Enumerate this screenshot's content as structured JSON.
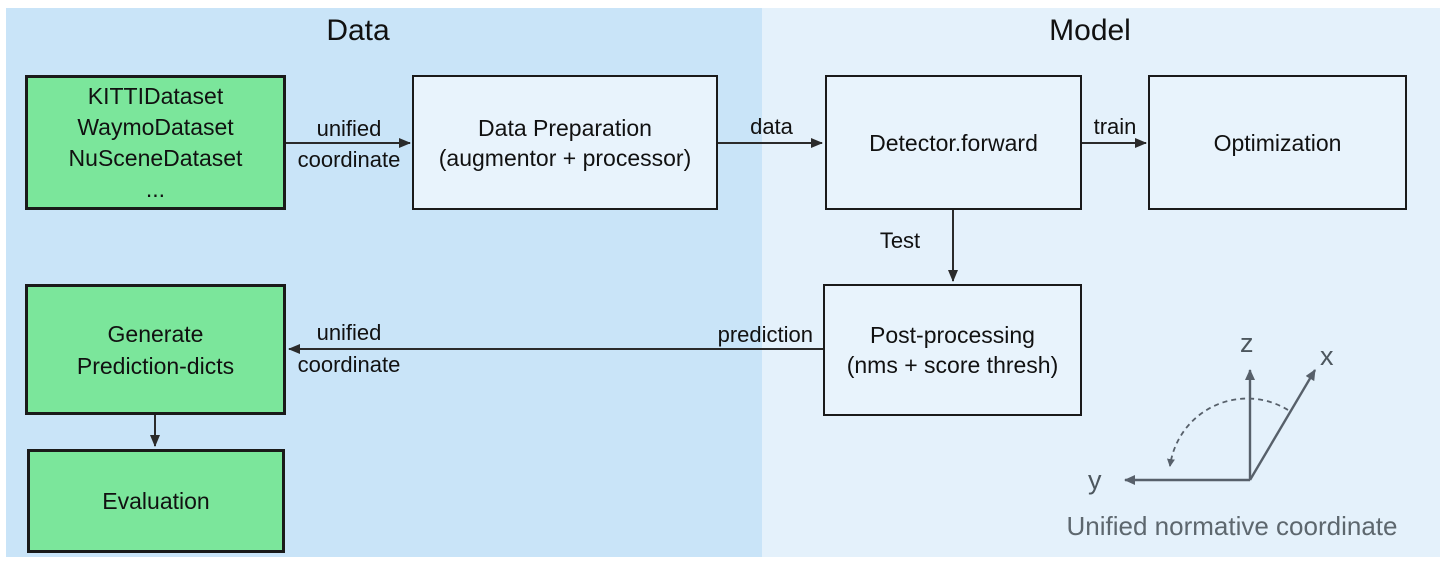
{
  "panels": {
    "data": {
      "title": "Data"
    },
    "model": {
      "title": "Model"
    }
  },
  "boxes": {
    "datasets": {
      "lines": [
        "KITTIDataset",
        "WaymoDataset",
        "NuSceneDataset",
        "..."
      ]
    },
    "data_preparation": {
      "lines": [
        "Data Preparation",
        "(augmentor + processor)"
      ]
    },
    "detector": {
      "lines": [
        "Detector.forward"
      ]
    },
    "optimization": {
      "lines": [
        "Optimization"
      ]
    },
    "post_processing": {
      "lines": [
        "Post-processing",
        "(nms + score thresh)"
      ]
    },
    "generate": {
      "lines": [
        "Generate",
        "Prediction-dicts"
      ]
    },
    "evaluation": {
      "lines": [
        "Evaluation"
      ]
    }
  },
  "edges": {
    "top_unified": {
      "line1": "unified",
      "line2": "coordinate"
    },
    "data_label": "data",
    "train_label": "train",
    "test_label": "Test",
    "prediction_label": "prediction",
    "bottom_unified": {
      "line1": "unified",
      "line2": "coordinate"
    }
  },
  "axes": {
    "z_label": "z",
    "x_label": "x",
    "y_label": "y",
    "caption": "Unified normative coordinate"
  },
  "colors": {
    "panel_data_bg": "#C9E4F8",
    "panel_model_bg": "#E4F1FB",
    "box_fill": "#E8F3FC",
    "green_fill": "#7BE69B",
    "border": "#1A1A1A",
    "arrow": "#2B2B2B",
    "axes": "#57606A",
    "caption_text": "#5D676E"
  }
}
